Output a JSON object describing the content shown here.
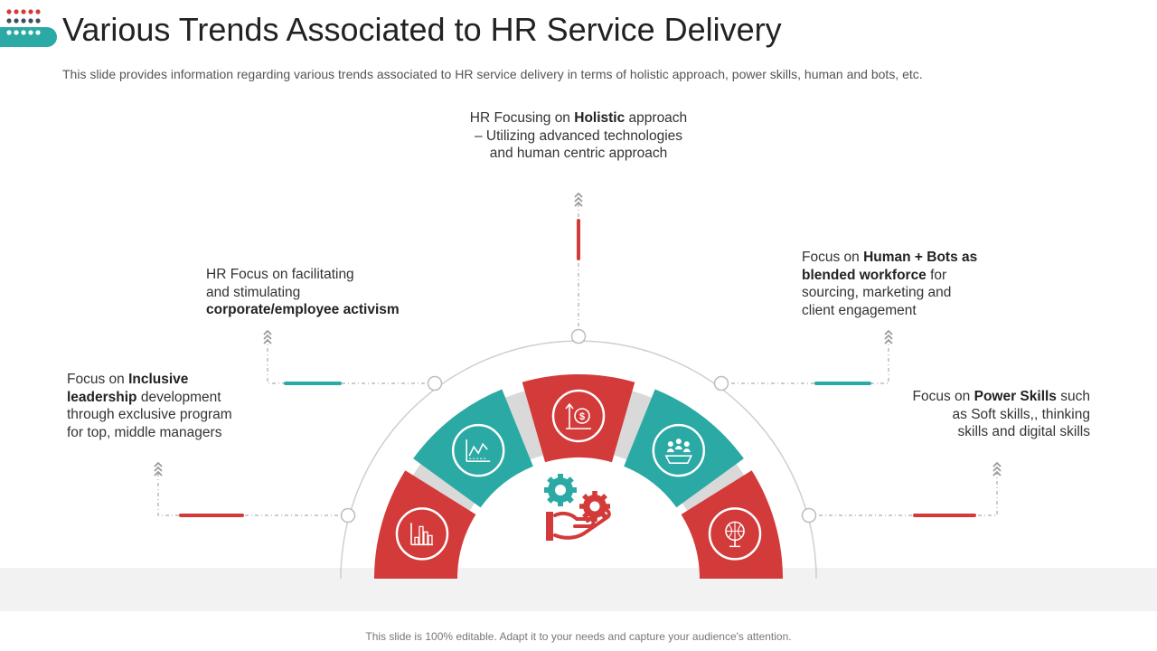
{
  "page": {
    "title": "Various Trends Associated to HR Service Delivery",
    "subtitle": "This slide provides information regarding various trends associated to HR service delivery in terms of holistic approach, power skills, human and bots, etc.",
    "footer": "This slide is 100% editable. Adapt it to your needs and capture your audience's attention."
  },
  "colors": {
    "red": "#d33a3a",
    "teal": "#2aa9a5",
    "gray": "#bdbdbd"
  },
  "trends": [
    {
      "id": "inclusive",
      "icon": "bar-chart-icon",
      "color": "red",
      "lines": [
        [
          {
            "t": "Focus on "
          },
          {
            "t": "Inclusive",
            "b": true
          }
        ],
        [
          {
            "t": "leadership",
            "b": true
          },
          {
            "t": " development"
          }
        ],
        [
          {
            "t": "through exclusive program"
          }
        ],
        [
          {
            "t": "for top, middle managers"
          }
        ]
      ]
    },
    {
      "id": "activism",
      "icon": "line-chart-icon",
      "color": "teal",
      "lines": [
        [
          {
            "t": "HR Focus on facilitating"
          }
        ],
        [
          {
            "t": "and stimulating"
          }
        ],
        [
          {
            "t": "corporate/employee activism",
            "b": true
          }
        ]
      ]
    },
    {
      "id": "holistic",
      "icon": "dollar-growth-icon",
      "color": "red",
      "lines": [
        [
          {
            "t": "HR Focusing on "
          },
          {
            "t": "Holistic",
            "b": true
          },
          {
            "t": " approach"
          }
        ],
        [
          {
            "t": "– Utilizing  advanced technologies"
          }
        ],
        [
          {
            "t": "and human centric approach"
          }
        ]
      ]
    },
    {
      "id": "bots",
      "icon": "team-meeting-icon",
      "color": "teal",
      "lines": [
        [
          {
            "t": "Focus on "
          },
          {
            "t": "Human + Bots as",
            "b": true
          }
        ],
        [
          {
            "t": "blended workforce",
            "b": true
          },
          {
            "t": " for"
          }
        ],
        [
          {
            "t": "sourcing, marketing and"
          }
        ],
        [
          {
            "t": "client engagement"
          }
        ]
      ]
    },
    {
      "id": "power",
      "icon": "globe-pin-icon",
      "color": "red",
      "lines": [
        [
          {
            "t": "Focus on "
          },
          {
            "t": "Power Skills",
            "b": true
          },
          {
            "t": " such"
          }
        ],
        [
          {
            "t": "as Soft skills,, thinking"
          }
        ],
        [
          {
            "t": "skills and digital skills"
          }
        ]
      ]
    }
  ],
  "center_icon": "gears-hand-icon"
}
